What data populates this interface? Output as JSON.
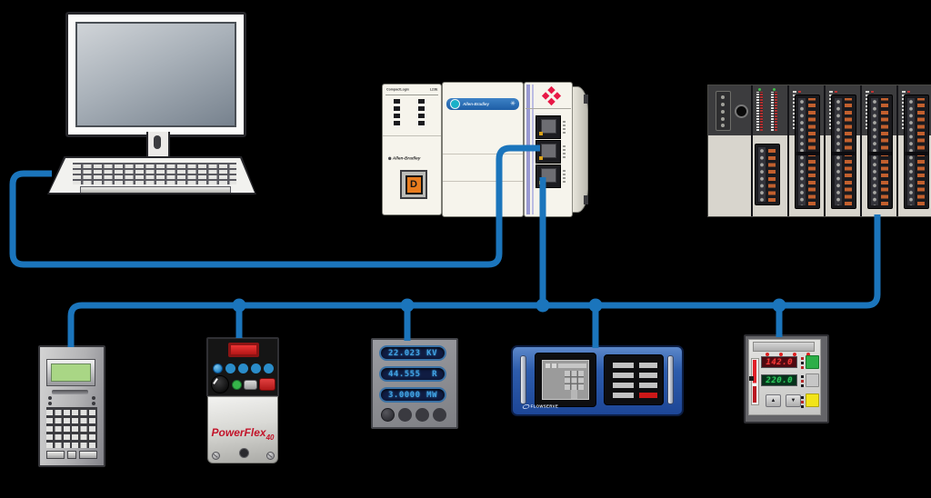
{
  "cable": {
    "color": "#1b75bc"
  },
  "compactlogix": {
    "nameplate_left": "CompactLogix",
    "nameplate_right": "L23E",
    "brand": "Allen-Bradley",
    "display_brand": "Allen-Bradley",
    "badge_letter": "D",
    "status_icon": "✳"
  },
  "powerflex": {
    "brand": "PowerFlex",
    "model": "40"
  },
  "power_meter": {
    "readings": [
      {
        "value": "22.023",
        "unit": "KV"
      },
      {
        "value": "44.555",
        "unit": "R"
      },
      {
        "value": "3.0000",
        "unit": "MW"
      }
    ]
  },
  "flow_panel": {
    "logo": "FLOWSERVE"
  },
  "process_controller": {
    "pv": "142.0",
    "sv": "220.0",
    "up_icon": "▲",
    "down_icon": "▼"
  }
}
